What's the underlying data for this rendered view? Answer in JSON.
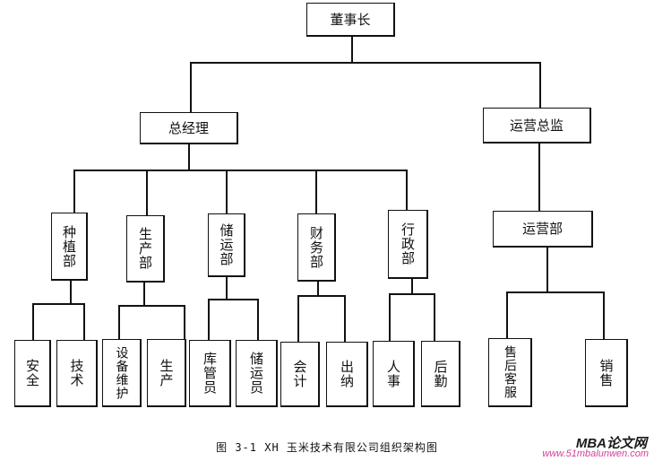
{
  "nodes": {
    "board": "董事长",
    "gm": "总经理",
    "ops_director": "运营总监",
    "planting": "种植部",
    "production": "生产部",
    "storage": "储运部",
    "finance": "财务部",
    "admin": "行政部",
    "operations": "运营部",
    "safety": "安全",
    "tech": "技术",
    "maintenance": "设备维护",
    "produce": "生产",
    "warehouse_manager": "库管员",
    "storage_staff": "储运员",
    "accounting": "会计",
    "cashier": "出纳",
    "hr": "人事",
    "logistics": "后勤",
    "after_sales": "售后客服",
    "sales": "销售"
  },
  "caption": "图 3-1 XH 玉米技术有限公司组织架构图",
  "watermark": {
    "brand": "MBA论文网",
    "url": "www.51mbalunwen.com",
    "url_color": "#d4409a"
  }
}
